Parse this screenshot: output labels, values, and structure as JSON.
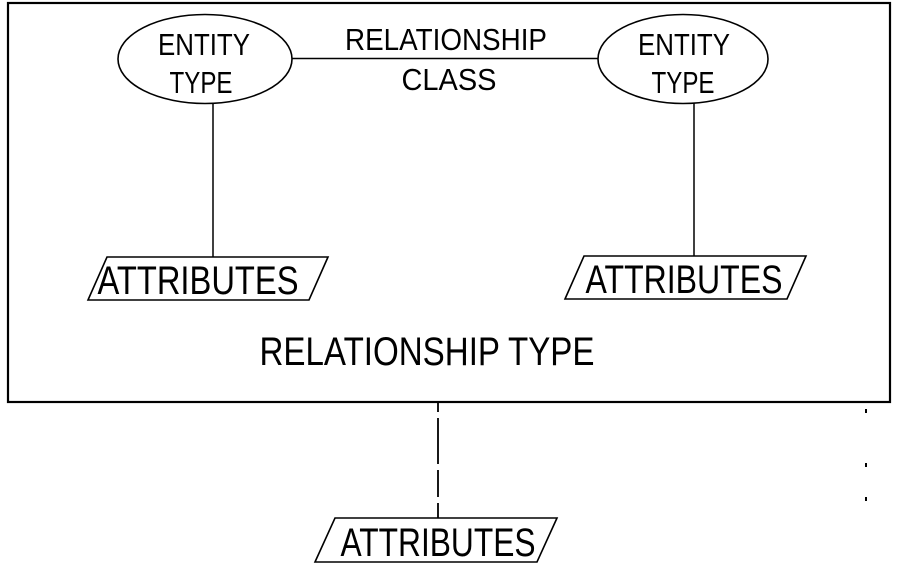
{
  "diagram": {
    "entity_left": {
      "line1": "ENTITY",
      "line2": "TYPE"
    },
    "entity_right": {
      "line1": "ENTITY",
      "line2": "TYPE"
    },
    "relationship_class": {
      "line1": "RELATIONSHIP",
      "line2": "CLASS"
    },
    "attributes_left": {
      "label": "ATTRIBUTES"
    },
    "attributes_right": {
      "label": "ATTRIBUTES"
    },
    "attributes_bottom": {
      "label": "ATTRIBUTES"
    },
    "relationship_type": {
      "label": "RELATIONSHIP TYPE"
    },
    "colors": {
      "stroke": "#000000",
      "background": "#ffffff"
    }
  }
}
